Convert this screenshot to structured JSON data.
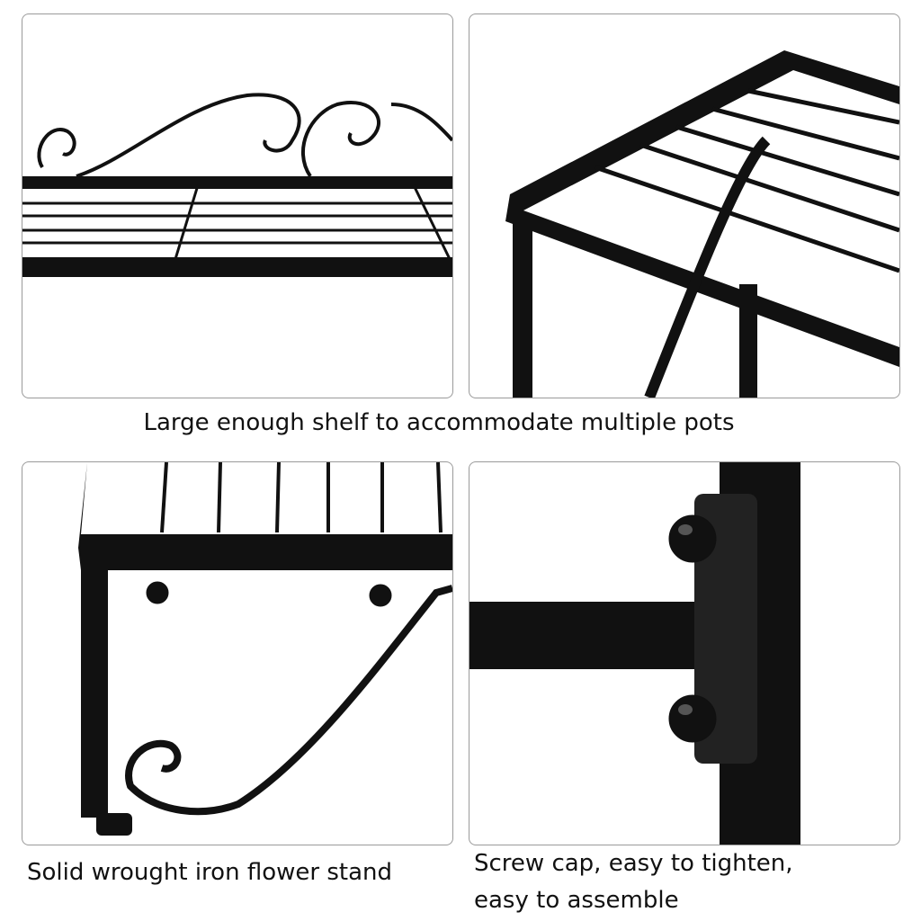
{
  "captions": {
    "top": "Large enough shelf to accommodate multiple pots",
    "bottom_left": "Solid wrought iron flower stand",
    "bottom_right_line1": "Screw cap, easy to tighten,",
    "bottom_right_line2": "easy to assemble"
  },
  "colors": {
    "metal": "#111111",
    "border": "#9a9a9a"
  }
}
